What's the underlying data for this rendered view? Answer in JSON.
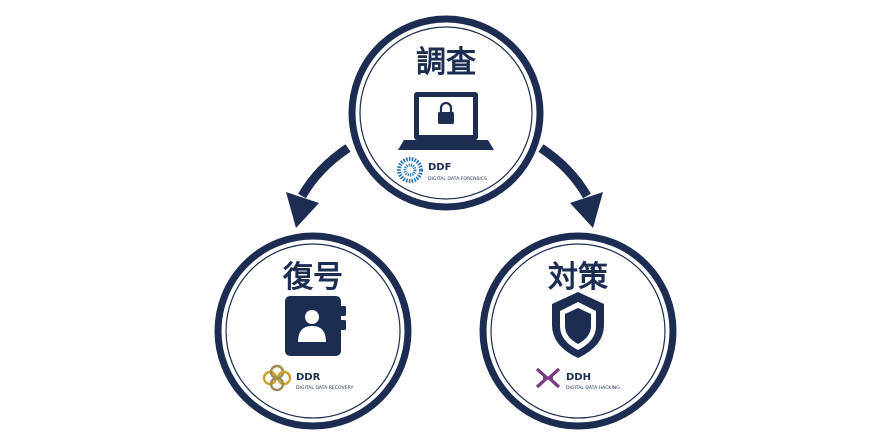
{
  "nodes": {
    "top": {
      "title": "調査",
      "icon": "laptop-lock-icon",
      "brand": {
        "name": "DDF",
        "subtitle": "DIGITAL DATA FORENSICS",
        "logo": "ddf-burst-logo"
      }
    },
    "left": {
      "title": "復号",
      "icon": "contact-book-icon",
      "brand": {
        "name": "DDR",
        "subtitle": "DIGITAL DATA RECOVERY",
        "logo": "ddr-knot-logo"
      }
    },
    "right": {
      "title": "対策",
      "icon": "shield-icon",
      "brand": {
        "name": "DDH",
        "subtitle": "DIGITAL DATA HACKING",
        "logo": "ddh-x-logo"
      }
    }
  },
  "colors": {
    "navy": "#1d2d52",
    "ddr_gold": "#c9a227",
    "ddh_purple": "#7a3b82",
    "ddf_blue": "#2a79b8"
  }
}
